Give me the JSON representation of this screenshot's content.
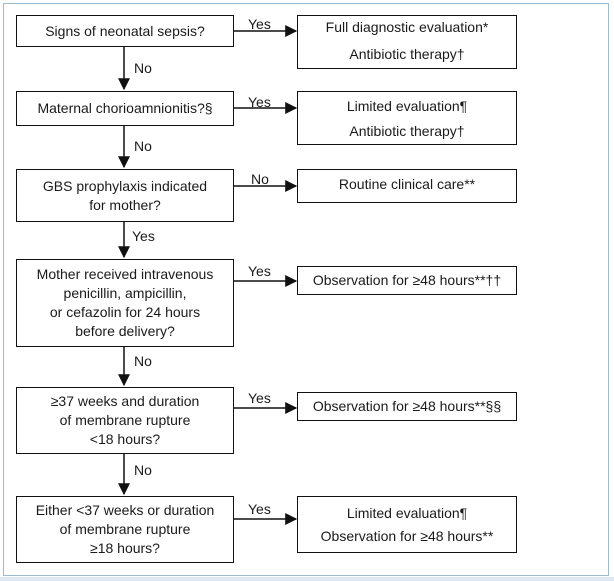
{
  "flow": {
    "q1": "Signs of neonatal sepsis?",
    "q2": "Maternal chorioamnionitis?§",
    "q3_l1": "GBS prophylaxis indicated",
    "q3_l2": "for mother?",
    "q4_l1": "Mother received intravenous",
    "q4_l2": "penicillin, ampicillin,",
    "q4_l3": "or cefazolin for 24 hours",
    "q4_l4": "before delivery?",
    "q5_l1": "≥37 weeks and duration",
    "q5_l2": "of membrane rupture",
    "q5_l3": "<18 hours?",
    "q6_l1": "Either <37 weeks or duration",
    "q6_l2": "of membrane rupture",
    "q6_l3": "≥18 hours?",
    "r1_l1": "Full diagnostic evaluation*",
    "r1_l2": "Antibiotic therapy†",
    "r2_l1": "Limited evaluation¶",
    "r2_l2": "Antibiotic therapy†",
    "r3": "Routine clinical care**",
    "r4": "Observation for ≥48 hours**††",
    "r5": "Observation for ≥48 hours**§§",
    "r6_l1": "Limited evaluation¶",
    "r6_l2": "Observation for ≥48 hours**"
  },
  "labels": {
    "yes": "Yes",
    "no": "No"
  }
}
